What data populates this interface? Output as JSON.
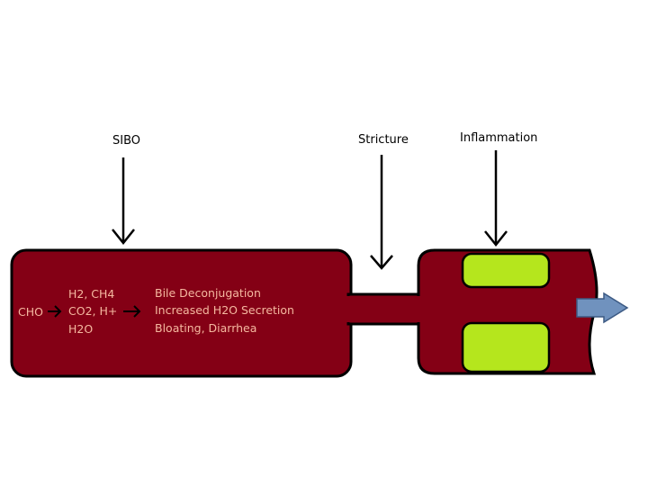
{
  "labels": {
    "sibo": "SIBO",
    "stricture": "Stricture",
    "inflammation": "Inflammation"
  },
  "inner_text": {
    "input": "CHO",
    "gases": [
      "H2, CH4",
      "CO2, H+",
      "H2O"
    ],
    "effects": [
      "Bile Deconjugation",
      "Increased H2O Secretion",
      "Bloating, Diarrhea"
    ]
  },
  "colors": {
    "bowel": "#840015",
    "inner_text": "#f5b8a0",
    "lesion": "#b5e61d",
    "exit_arrow": "#7092be"
  }
}
